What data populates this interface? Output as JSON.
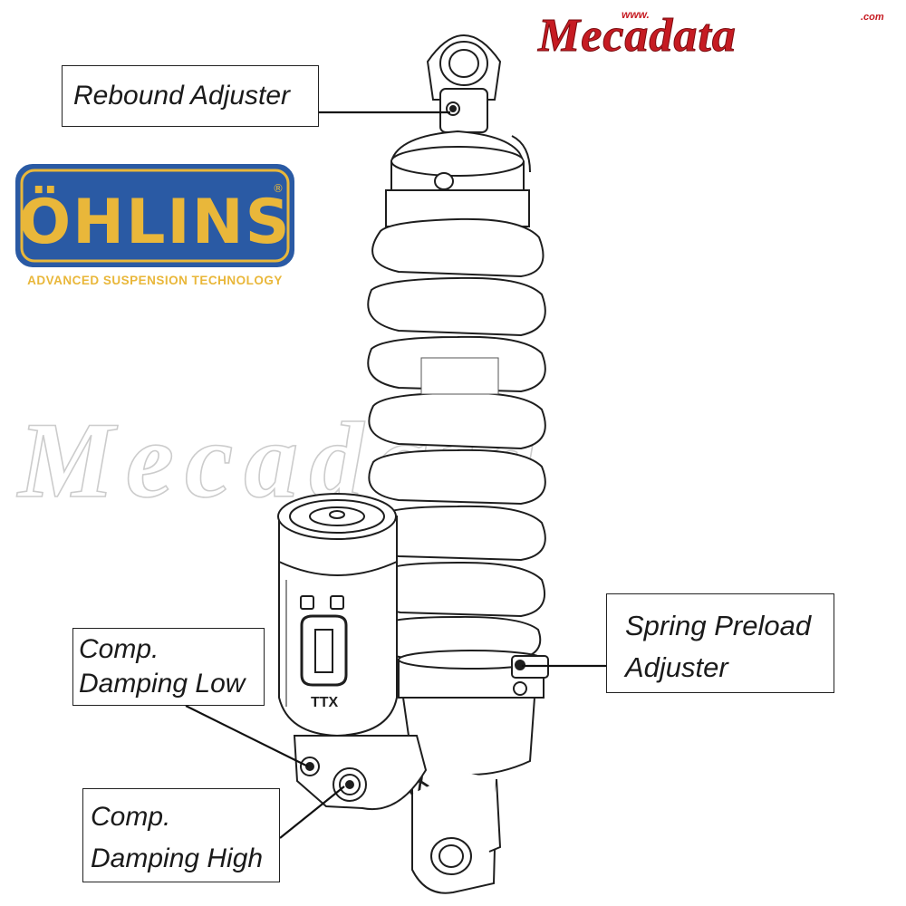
{
  "callouts": {
    "rebound": "Rebound Adjuster",
    "preload_line1": "Spring Preload",
    "preload_line2": "Adjuster",
    "low_line1": "Comp.",
    "low_line2": "Damping Low",
    "high_line1": "Comp.",
    "high_line2": "Damping High"
  },
  "logo": {
    "brand": "ÖHLINS",
    "tagline": "ADVANCED SUSPENSION TECHNOLOGY",
    "colors": {
      "blue": "#2a5aa4",
      "yellow": "#e9b73a"
    }
  },
  "watermark": {
    "brand": "Mecadata",
    "prefix": "www.",
    "suffix": ".com",
    "colors": {
      "red": "#c61b22"
    }
  },
  "reservoir": {
    "badge": "TTX"
  },
  "body_badge": "TTX"
}
